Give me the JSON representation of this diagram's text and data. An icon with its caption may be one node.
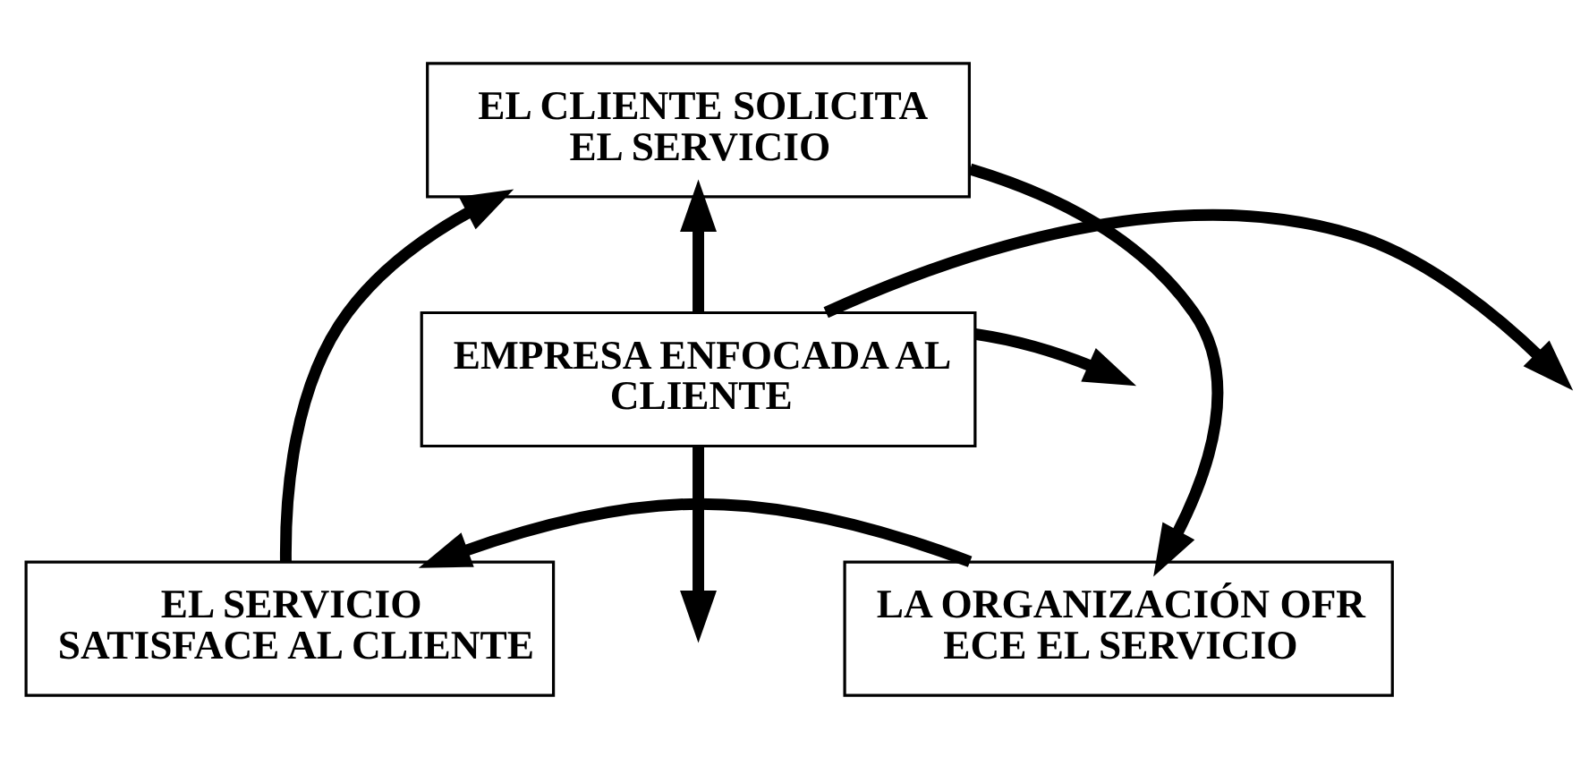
{
  "diagram": {
    "nodes": [
      {
        "text": [
          "EL CLIENTE SOLICITA EL SERVICIO"
        ]
      },
      {
        "text": [
          "EMPRESA ENFOCADA AL CLIENTE"
        ]
      },
      {
        "text": [
          "EL SERVICIO SATISFACE AL CLIENTE"
        ]
      },
      {
        "text": [
          "LA ORGANIZACIÓN OFR ECE EL SERVICIO"
        ]
      }
    ],
    "edges": [
      {
        "from": 2,
        "to": 0,
        "arrow": "to"
      },
      {
        "from": 0,
        "to": 3,
        "arrow": "to"
      },
      {
        "from": 3,
        "to": 2,
        "arrow": "to"
      },
      {
        "from": 1,
        "to": 0,
        "arrow": "to"
      },
      {
        "from": 1,
        "to": null,
        "arrow": "to"
      },
      {
        "from": 1,
        "to": null,
        "arrow": "to"
      },
      {
        "from": 1,
        "to": null,
        "arrow": "to"
      }
    ]
  }
}
